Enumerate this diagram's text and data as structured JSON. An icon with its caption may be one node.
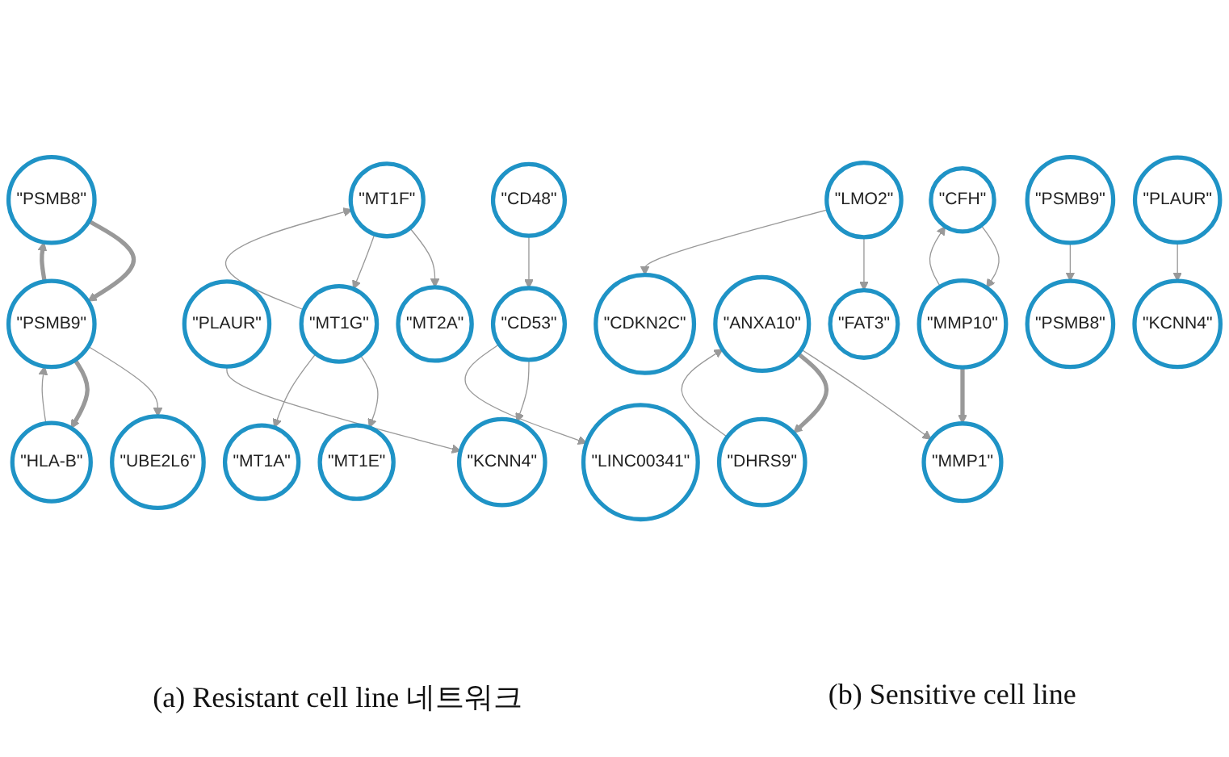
{
  "diagram": {
    "nodes": [
      {
        "text": [
          "\"PSMB8\""
        ]
      },
      {
        "text": [
          "\"UBE2L6\""
        ]
      },
      {
        "text": [
          "\"PSMB9\""
        ]
      },
      {
        "text": [
          "\"PLAUR\""
        ]
      },
      {
        "text": [
          "\"MT2A\""
        ]
      },
      {
        "text": [
          "\"LINC00341\""
        ]
      },
      {
        "text": [
          "\"KCNN4\""
        ]
      },
      {
        "text": [
          "\"HLA-B\""
        ]
      },
      {
        "text": [
          "\"MT1F\""
        ]
      },
      {
        "text": [
          "\"MT1E\""
        ]
      },
      {
        "text": [
          "\"CD53\""
        ]
      },
      {
        "text": [
          "\"FAT3\""
        ]
      },
      {
        "text": [
          "\"MT1G\""
        ]
      },
      {
        "text": [
          "\"CFH\""
        ]
      },
      {
        "text": [
          "\"CD48\""
        ]
      },
      {
        "text": [
          "\"LMO2\""
        ]
      },
      {
        "text": [
          "\"MT1A\""
        ]
      },
      {
        "text": [
          "\"ANXA10\""
        ]
      },
      {
        "text": [
          "\"MMP10\""
        ]
      },
      {
        "text": [
          "\"CDKN2C\""
        ]
      },
      {
        "text": [
          "\"DHRS9\""
        ]
      },
      {
        "text": [
          "\"MMP1\""
        ]
      },
      {
        "text": [
          "\"PSMB9\""
        ]
      },
      {
        "text": [
          "\"PLAUR\""
        ]
      },
      {
        "text": [
          "\"PSMB8\""
        ]
      },
      {
        "text": [
          "\"KCNN4\""
        ]
      }
    ],
    "edges": [
      {
        "from": 0,
        "to": 2,
        "arrow": "to",
        "style": "thick"
      },
      {
        "from": 2,
        "to": 0,
        "arrow": "to",
        "style": "thick"
      },
      {
        "from": 2,
        "to": 1,
        "arrow": "to"
      },
      {
        "from": 7,
        "to": 2,
        "arrow": "to"
      },
      {
        "from": 2,
        "to": 7,
        "arrow": "to",
        "style": "thick"
      },
      {
        "from": 3,
        "to": 6,
        "arrow": "to"
      },
      {
        "from": 10,
        "to": 6,
        "arrow": "to"
      },
      {
        "from": 10,
        "to": 5,
        "arrow": "to"
      },
      {
        "from": 14,
        "to": 10,
        "arrow": "to"
      },
      {
        "from": 8,
        "to": 4,
        "arrow": "to"
      },
      {
        "from": 8,
        "to": 12,
        "arrow": "to"
      },
      {
        "from": 12,
        "to": 8,
        "arrow": "to"
      },
      {
        "from": 12,
        "to": 9,
        "arrow": "to"
      },
      {
        "from": 12,
        "to": 16,
        "arrow": "to"
      },
      {
        "from": 15,
        "to": 11,
        "arrow": "to"
      },
      {
        "from": 15,
        "to": 19,
        "arrow": "to"
      },
      {
        "from": 13,
        "to": 18,
        "arrow": "to"
      },
      {
        "from": 18,
        "to": 13,
        "arrow": "to"
      },
      {
        "from": 18,
        "to": 21,
        "arrow": "to",
        "style": "thick"
      },
      {
        "from": 17,
        "to": 21,
        "arrow": "to"
      },
      {
        "from": 17,
        "to": 20,
        "arrow": "to",
        "style": "thick"
      },
      {
        "from": 20,
        "to": 17,
        "arrow": "to"
      },
      {
        "from": 22,
        "to": 24,
        "arrow": "to"
      },
      {
        "from": 23,
        "to": 25,
        "arrow": "to"
      }
    ],
    "labels": [
      "(a) Resistant cell line 네트워크",
      "(b) Sensitive cell line"
    ]
  }
}
